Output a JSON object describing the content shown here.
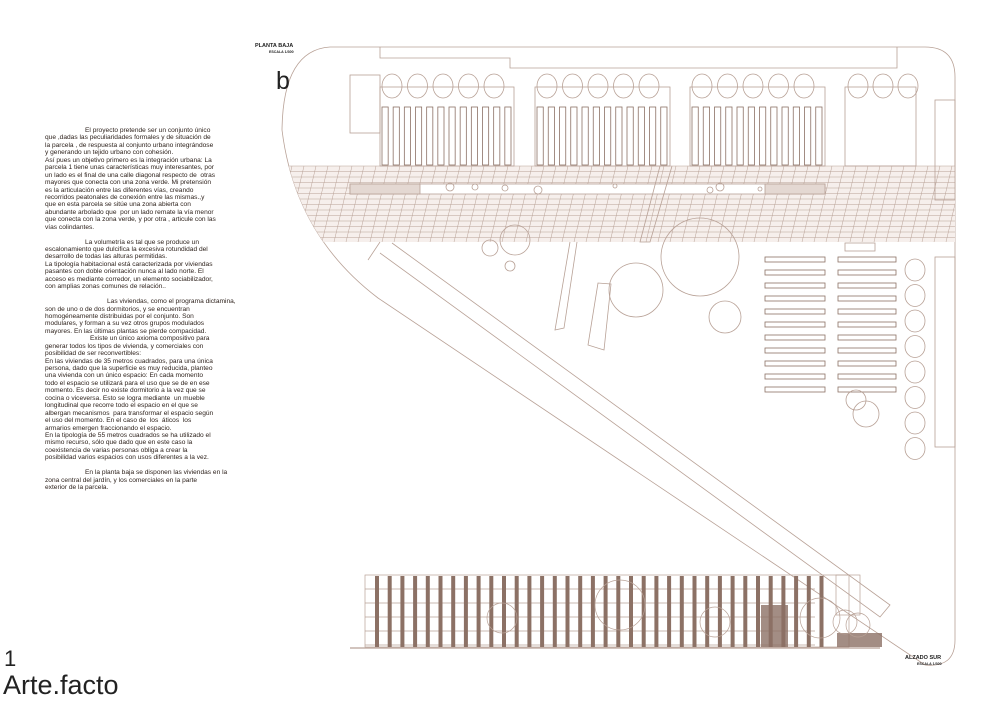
{
  "sheet": {
    "number": "1",
    "brand": "Arte.facto"
  },
  "plan": {
    "title": "PLANTA BAJA",
    "scale": "ESCALA 1/300",
    "letter": "b"
  },
  "elevation": {
    "title": "ALZADO SUR",
    "scale": "ESCALA 1/300"
  },
  "colors": {
    "line": "#b8a196",
    "bar": "#8c7165",
    "text": "#2a1e18"
  },
  "text": {
    "lines": [
      "El proyecto pretende ser un conjunto único",
      "que ,dadas las peculiaridades formales y de situación de",
      "la parcela , de respuesta al conjunto urbano integrándose",
      "y generando un tejido urbano con cohesión.",
      "Así pues un objetivo primero es la integración urbana: La",
      "parcela 1 tiene unas características muy interesantes, por",
      "un lado es el final de una calle diagonal respecto de  otras",
      "mayores que conecta con una zona verde. Mi pretensión",
      "es la articulación entre las diferentes vías, creando",
      "recorridos peatonales de conexión entre las mismas.,y",
      "que en esta parcela se sitúe una zona abierta con",
      "abundante arbolado que  por un lado remate la vía menor",
      "que conecta con la zona verde, y por otra , articule con las",
      "vías colindantes.",
      "",
      "La volumetría es tal que se produce un",
      "escalonamiento que dulcifica la excesiva rotundidad del",
      "desarrollo de todas las alturas permitidas.",
      "La tipología habitacional está caracterizada por viviendas",
      "pasantes con doble orientación nunca al lado norte. El",
      "acceso es mediante corredor, un elemento sociabilizador,",
      "con amplias zonas comunes de relación..",
      "",
      "Las viviendas, como el programa dictamina,",
      "son de uno o de dos dormitorios, y se encuentran",
      "homogéneamente distribuidas por el conjunto. Son",
      "modulares, y forman a su vez otros grupos modulados",
      "mayores. En las últimas plantas se pierde compacidad.",
      "Existe un único axioma compositivo para",
      "generar todos los tipos de vivienda, y comerciales con",
      "posibilidad de ser reconvertibles:",
      "En las viviendas de 35 metros cuadrados, para una única",
      "persona, dado que la superficie es muy reducida, planteo",
      "una vivienda con un único espacio: En cada momento",
      "todo el espacio se utilizará para el uso que se de en ese",
      "momento. Es decir no existe dormitorio a la vez que se",
      "cocina o viceversa. Esto se logra mediante  un mueble",
      "longitudinal que recorre todo el espacio en el que se",
      "albergan mecanismos  para transformar el espacio según",
      "el uso del momento. En el caso de  los  áticos  los",
      "armarios emergen fraccionando el espacio.",
      "En la tipología de 55 metros cuadrados se ha utilizado el",
      "mismo recurso, sólo que dado que en este caso la",
      "coexistencia de varias personas obliga a crear la",
      "posibilidad varios espacios con usos diferentes a la vez.",
      "",
      "En la planta baja se disponen las viviendas en la",
      "zona central del jardín, y los comerciales en la parte",
      "exterior de la parcela."
    ]
  }
}
